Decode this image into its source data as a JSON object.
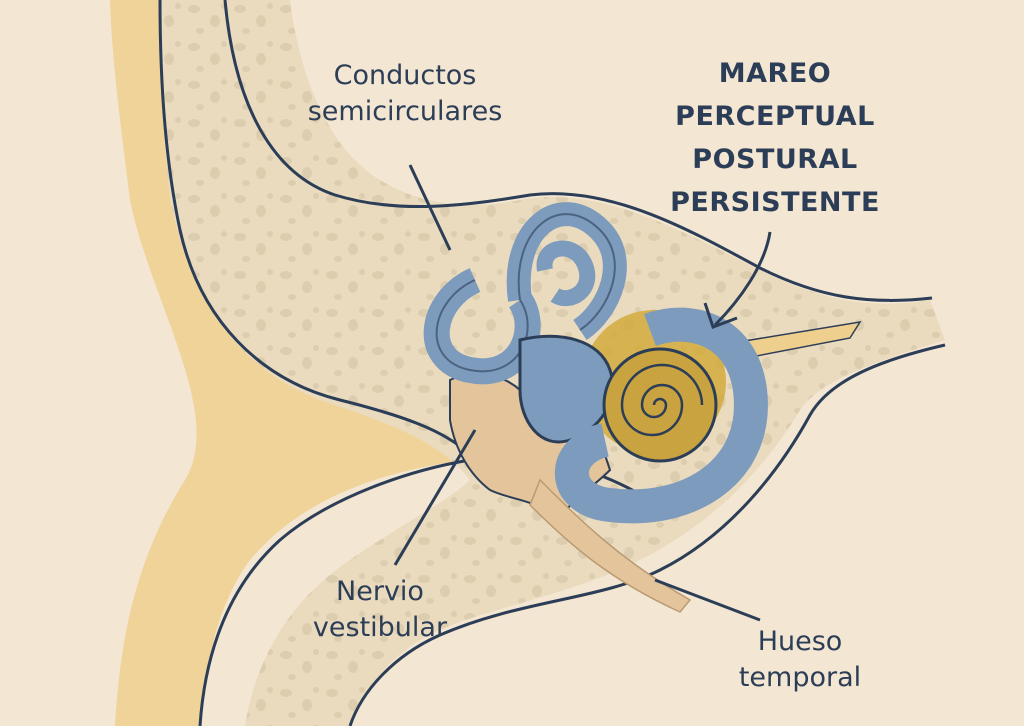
{
  "title_lines": [
    "MAREO",
    "PERCEPTUAL",
    "POSTURAL",
    "PERSISTENTE"
  ],
  "labels": {
    "semicircular_canals": [
      "Conductos",
      "semicirculares"
    ],
    "vestibular_nerve": [
      "Nervio",
      "vestibular"
    ],
    "temporal_bone": [
      "Hueso",
      "temporal"
    ]
  },
  "colors": {
    "background": "#f3e6d2",
    "bone": "#eadbbf",
    "outline": "#2c3e57",
    "labyrinth": "#7d9bbd",
    "highlight": "#d2aa3c",
    "nerve": "#e4c49b"
  }
}
